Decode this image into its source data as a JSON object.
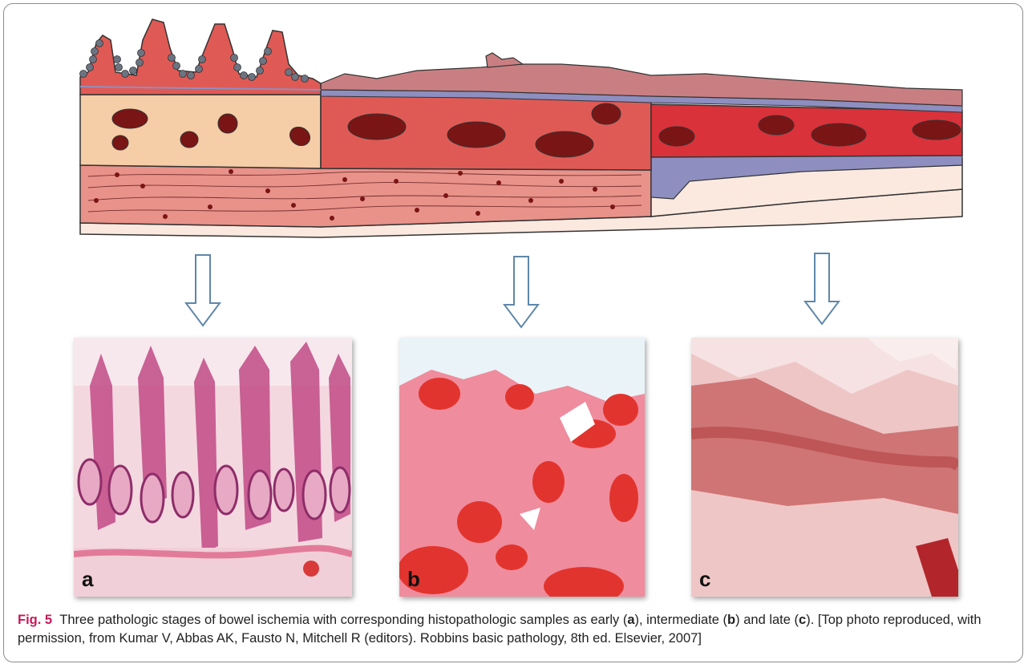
{
  "figure": {
    "label": "Fig. 5",
    "caption_part1": "Three pathologic stages of bowel ischemia with corresponding histopathologic samples as early (",
    "letter_a": "a",
    "caption_part2": "), intermediate (",
    "letter_b": "b",
    "caption_part3": ") and late (",
    "letter_c": "c",
    "caption_part4": "). [Top photo reproduced, with permission, from Kumar V, Abbas AK, Fausto N, Mitchell R (editors). Robbins basic pathology, 8th ed. Elsevier, 2007]"
  },
  "panels": [
    {
      "letter": "a",
      "stage": "early"
    },
    {
      "letter": "b",
      "stage": "intermediate"
    },
    {
      "letter": "c",
      "stage": "late"
    }
  ],
  "colors": {
    "frame": "#8c8c8c",
    "fig_label": "#c7195a",
    "arrow": "#5f87aa",
    "mucosa_early": "#f5cda6",
    "mucosa_mid": "#e05a55",
    "mucosa_late": "#d9323a",
    "muscularis": "#e8928a",
    "submucosa_band": "#8e8fc0",
    "nuclei": "#7a1515"
  }
}
